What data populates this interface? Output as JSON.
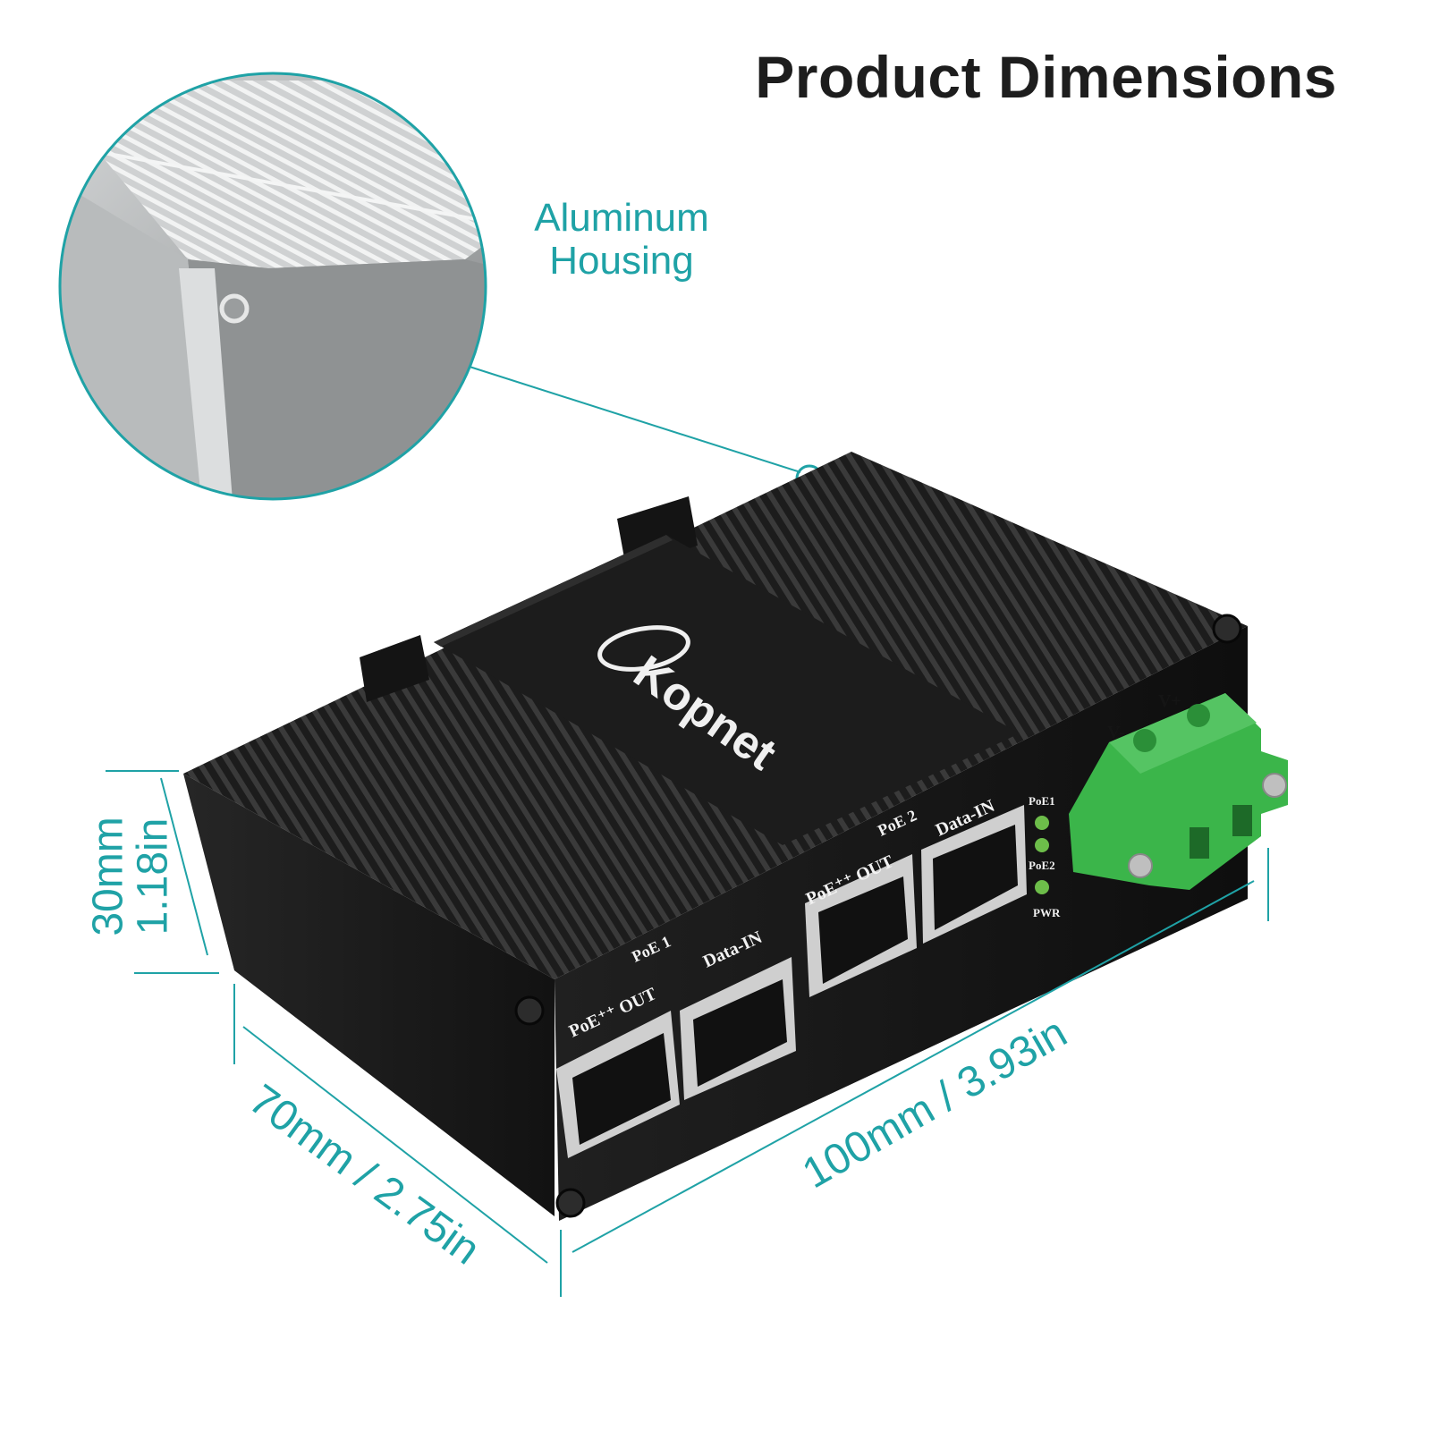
{
  "title": "Product Dimensions",
  "callout": {
    "line1": "Aluminum",
    "line2": "Housing"
  },
  "dimensions": {
    "height_mm": "30mm",
    "height_in": "1.18in",
    "depth": "70mm / 2.75in",
    "width": "100mm / 3.93in"
  },
  "device": {
    "brand": "Kopnet",
    "port_group_1": {
      "name": "PoE 1",
      "out": "PoE⁺⁺ OUT",
      "in": "Data-IN"
    },
    "port_group_2": {
      "name": "PoE 2",
      "out": "PoE⁺⁺ OUT",
      "in": "Data-IN"
    },
    "leds": [
      "PoE1",
      "PoE2",
      "PWR"
    ],
    "terminal": {
      "minus": "V-",
      "plus": "V+"
    }
  },
  "colors": {
    "accent": "#1fa2a6",
    "housing": "#1a1a1a",
    "terminal": "#3bb54a"
  }
}
